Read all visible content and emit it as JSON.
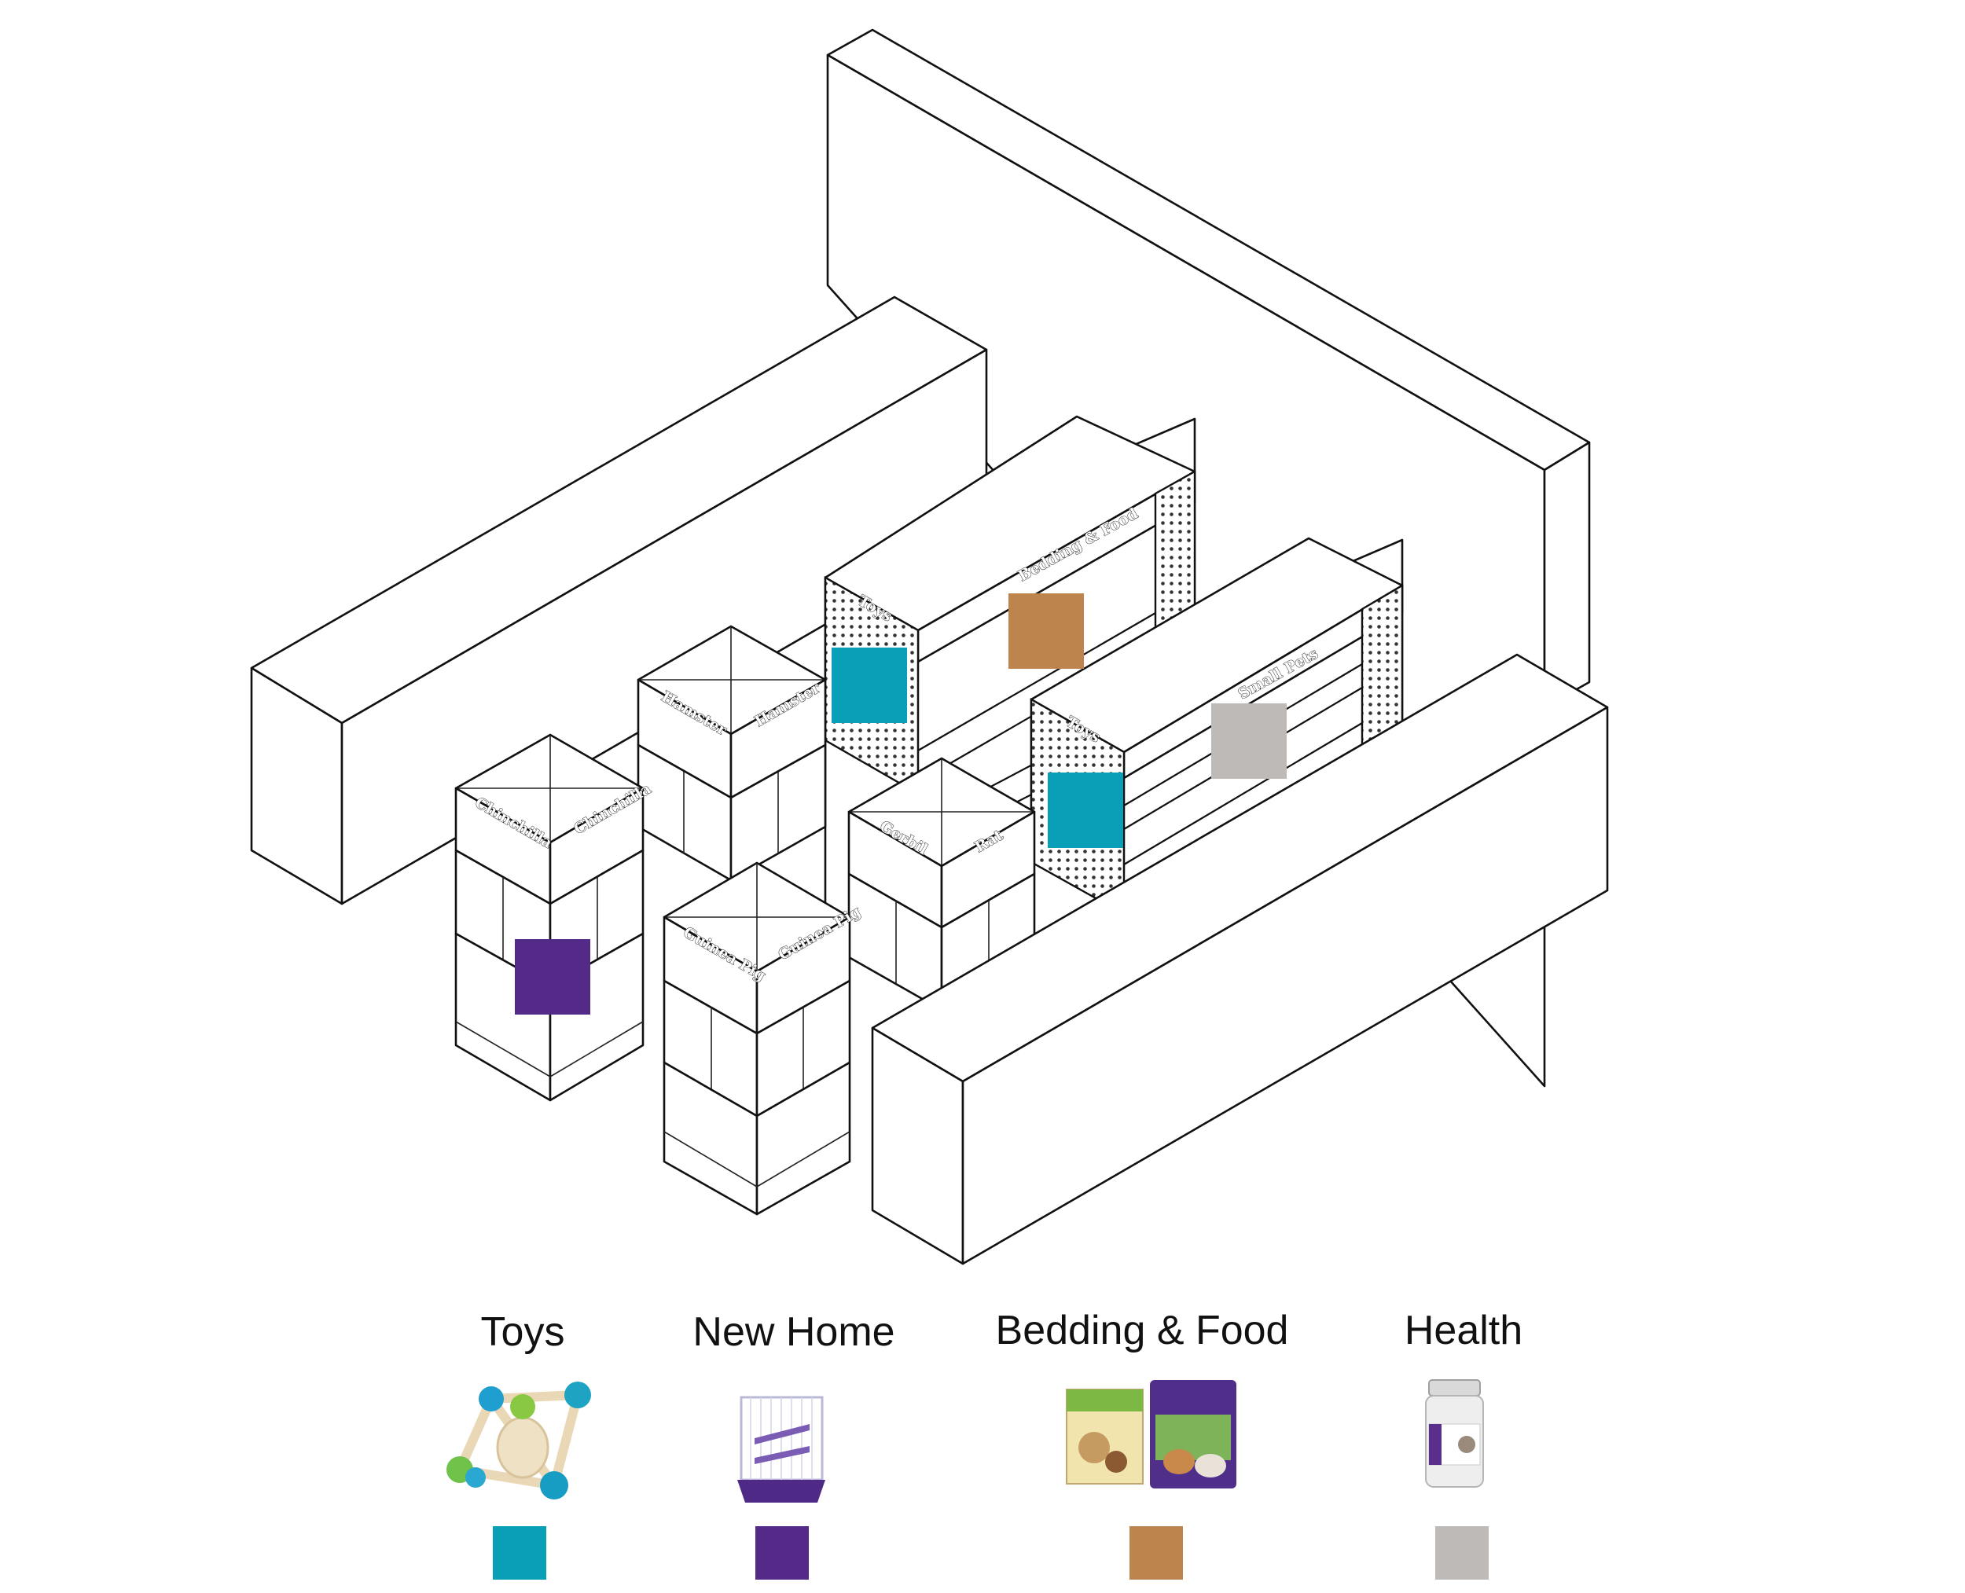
{
  "legend": [
    {
      "label": "Toys",
      "color": "#089fb7",
      "icon": "teether-ball-toy-icon"
    },
    {
      "label": "New Home",
      "color": "#542a88",
      "icon": "small-pet-cage-icon"
    },
    {
      "label": "Bedding & Food",
      "color": "#bd844d",
      "icon": "bedding-and-hay-bags-icon"
    },
    {
      "label": "Health",
      "color": "#bdbab7",
      "icon": "supplement-jar-icon"
    }
  ],
  "shelf_signs": {
    "shelf_1_end": "Toys",
    "shelf_1_top": "Bedding & Food",
    "shelf_2_end": "Toys",
    "shelf_2_top": "Small Pets"
  },
  "cage_signs": {
    "hamster_left": "Hamster",
    "hamster_right": "Hamster",
    "chinchilla_left": "Chinchilla",
    "chinchilla_right": "Chinchilla",
    "gerbil": "Gerbil",
    "rat": "Rat",
    "guinea_left": "Guinea Pig",
    "guinea_right": "Guinea Pig"
  },
  "markers": {
    "shelf_1_end": "#089fb7",
    "shelf_1_top": "#bd844d",
    "shelf_2_end": "#089fb7",
    "shelf_2_top": "#bdbab7",
    "chinchilla": "#542a88"
  }
}
